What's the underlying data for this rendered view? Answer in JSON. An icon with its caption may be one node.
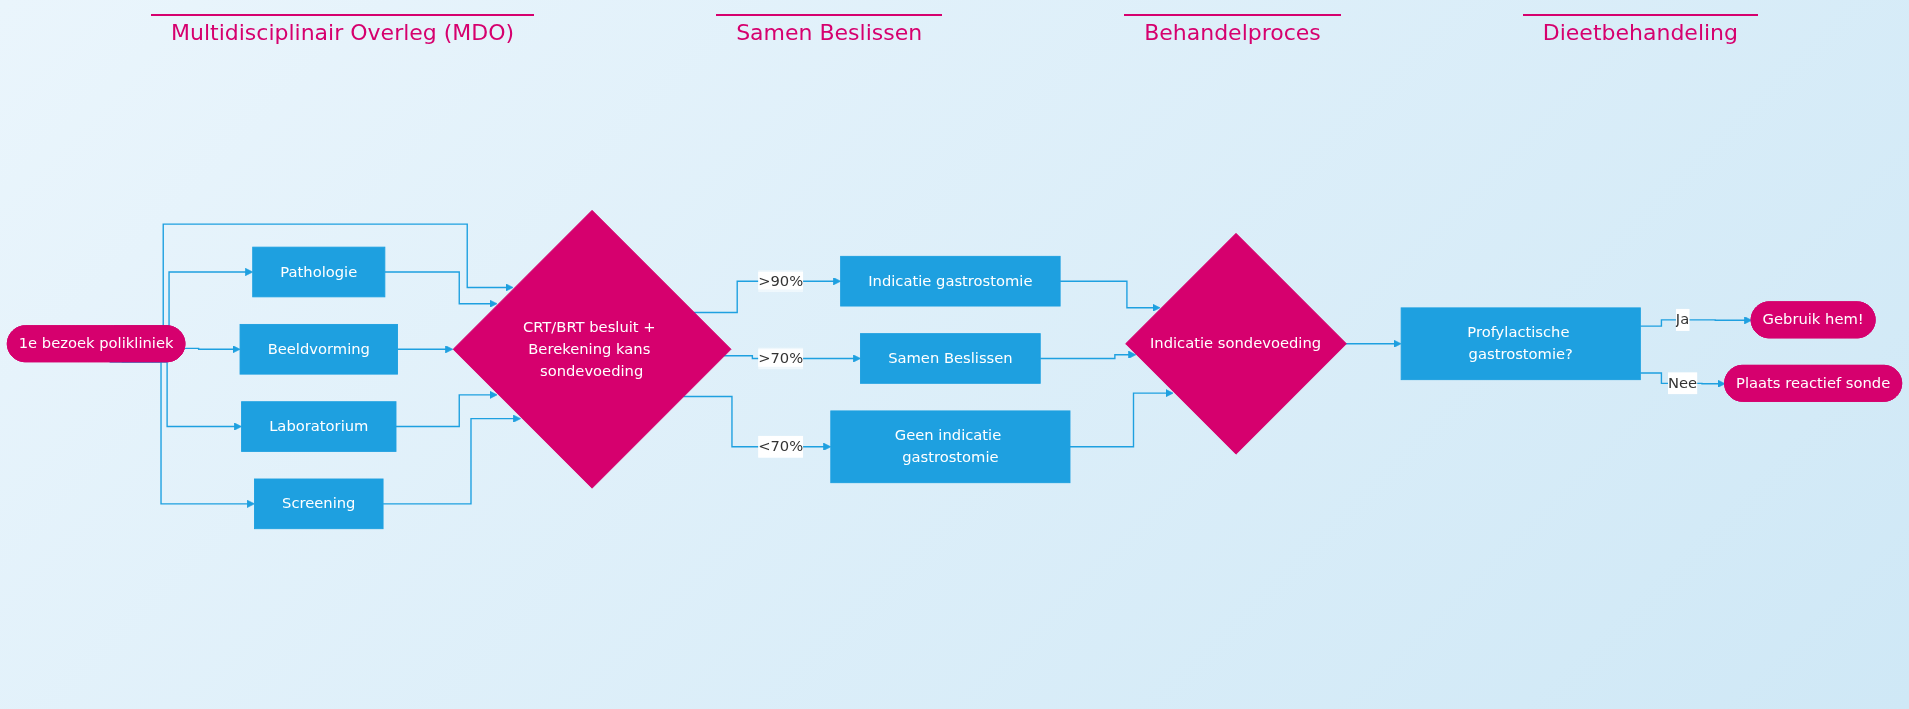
{
  "diagram": {
    "nodes": [
      {
        "text": [
          "1e bezoek polikliniek"
        ]
      },
      {
        "text": [
          "Pathologie"
        ]
      },
      {
        "text": [
          "Beeldvorming"
        ]
      },
      {
        "text": [
          "Laboratorium"
        ]
      },
      {
        "text": [
          "Screening"
        ]
      },
      {
        "text": [
          "CRT/BRT besluit + Berekening kans sondevoeding"
        ]
      },
      {
        "text": [
          "Indicatie gastrostomie"
        ]
      },
      {
        "text": [
          "Samen Beslissen"
        ]
      },
      {
        "text": [
          "Geen indicatie gastrostomie"
        ]
      },
      {
        "text": [
          "Indicatie sondevoeding"
        ]
      },
      {
        "text": [
          "Profylactische gastrostomie?"
        ]
      },
      {
        "text": [
          "Gebruik hem!"
        ]
      },
      {
        "text": [
          "Plaats reactief sonde"
        ]
      }
    ],
    "edges": [
      {
        "from": 0,
        "to": 1,
        "arrow": "to"
      },
      {
        "from": 0,
        "to": 2,
        "arrow": "to"
      },
      {
        "from": 0,
        "to": 3,
        "arrow": "to"
      },
      {
        "from": 0,
        "to": 4,
        "arrow": "to"
      },
      {
        "from": 0,
        "to": 5,
        "arrow": "to"
      },
      {
        "from": 1,
        "to": 5,
        "arrow": "to"
      },
      {
        "from": 2,
        "to": 5,
        "arrow": "to"
      },
      {
        "from": 3,
        "to": 5,
        "arrow": "to"
      },
      {
        "from": 4,
        "to": 5,
        "arrow": "to"
      },
      {
        "from": 5,
        "to": 6,
        "arrow": "to",
        "label": ">90%"
      },
      {
        "from": 5,
        "to": 7,
        "arrow": "to",
        "label": ">70%"
      },
      {
        "from": 5,
        "to": 8,
        "arrow": "to",
        "label": "<70%"
      },
      {
        "from": 6,
        "to": 9,
        "arrow": "to"
      },
      {
        "from": 7,
        "to": 9,
        "arrow": "to"
      },
      {
        "from": 8,
        "to": 9,
        "arrow": "to"
      },
      {
        "from": 9,
        "to": 10,
        "arrow": "to"
      },
      {
        "from": 10,
        "to": 11,
        "arrow": "to",
        "label": "Ja"
      },
      {
        "from": 10,
        "to": 12,
        "arrow": "to",
        "label": "Nee"
      }
    ],
    "labels": [
      "Multidisciplinair Overleg (MDO)",
      "Samen Beslissen",
      "Behandelproces",
      "Dieetbehandeling"
    ]
  }
}
